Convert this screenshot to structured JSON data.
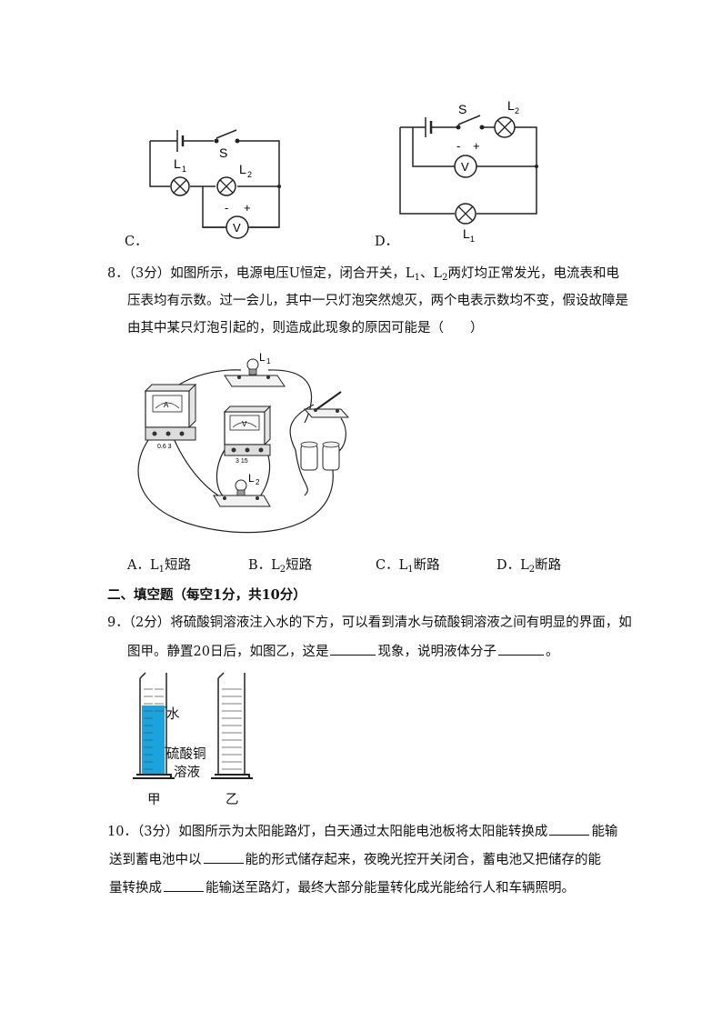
{
  "q7": {
    "option_c_label": "C．",
    "option_d_label": "D．",
    "c_switch": "S",
    "c_l1": "L",
    "c_l1_sub": "1",
    "c_l2": "L",
    "c_l2_sub": "2",
    "c_volt": "V",
    "c_minus": "-",
    "c_plus": "+",
    "d_switch": "S",
    "d_l2": "L",
    "d_l2_sub": "2",
    "d_volt": "V",
    "d_l1": "L",
    "d_l1_sub": "1",
    "d_minus": "-",
    "d_plus": "+"
  },
  "q8": {
    "line1_a": "8．（3分）如图所示，电源电压U恒定，闭合开关，L",
    "line1_sub1": "1",
    "line1_b": "、L",
    "line1_sub2": "2",
    "line1_c": "两灯均正常发光，电流表和电",
    "line2": "压表均有示数。过一会儿，其中一只灯泡突然熄灭，两个电表示数均不变，假设故障是",
    "line3": "由其中某只灯泡引起的，则造成此现象的原因可能是（　　）",
    "fig_l1": "L",
    "fig_l1_sub": "1",
    "fig_l2": "L",
    "fig_l2_sub": "2",
    "fig_ammeter": "A",
    "fig_voltmeter": "V",
    "fig_ammeter_scale": "0.6 3",
    "fig_voltmeter_scale": "3 15",
    "options": [
      {
        "prefix": "A．L",
        "sub": "1",
        "text": "短路"
      },
      {
        "prefix": "B．L",
        "sub": "2",
        "text": "短路"
      },
      {
        "prefix": "C．L",
        "sub": "1",
        "text": "断路"
      },
      {
        "prefix": "D．L",
        "sub": "2",
        "text": "断路"
      }
    ]
  },
  "section2": {
    "title": "二、填空题（每空1分，共10分）"
  },
  "q9": {
    "line1": "9．（2分）将硫酸铜溶液注入水的下方，可以看到清水与硫酸铜溶液之间有明显的界面，如",
    "line2_a": "图甲。静置20日后，如图乙，这是",
    "line2_b": "现象，说明液体分子",
    "line2_c": "。",
    "label_water": "水",
    "label_solution_1": "硫酸铜",
    "label_solution_2": "溶液",
    "label_jia": "甲",
    "label_yi": "乙",
    "solution_color": "#1aa3dc"
  },
  "q10": {
    "line1_a": "10．（3分）如图所示为太阳能路灯，白天通过太阳能电池板将太阳能转换成",
    "line1_b": "能输",
    "line2_a": "送到蓄电池中以",
    "line2_b": "能的形式储存起来，夜晚光控开关闭合，蓄电池又把储存的能",
    "line3_a": "量转换成",
    "line3_b": "能输送至路灯，最终大部分能量转化成光能给行人和车辆照明。"
  }
}
